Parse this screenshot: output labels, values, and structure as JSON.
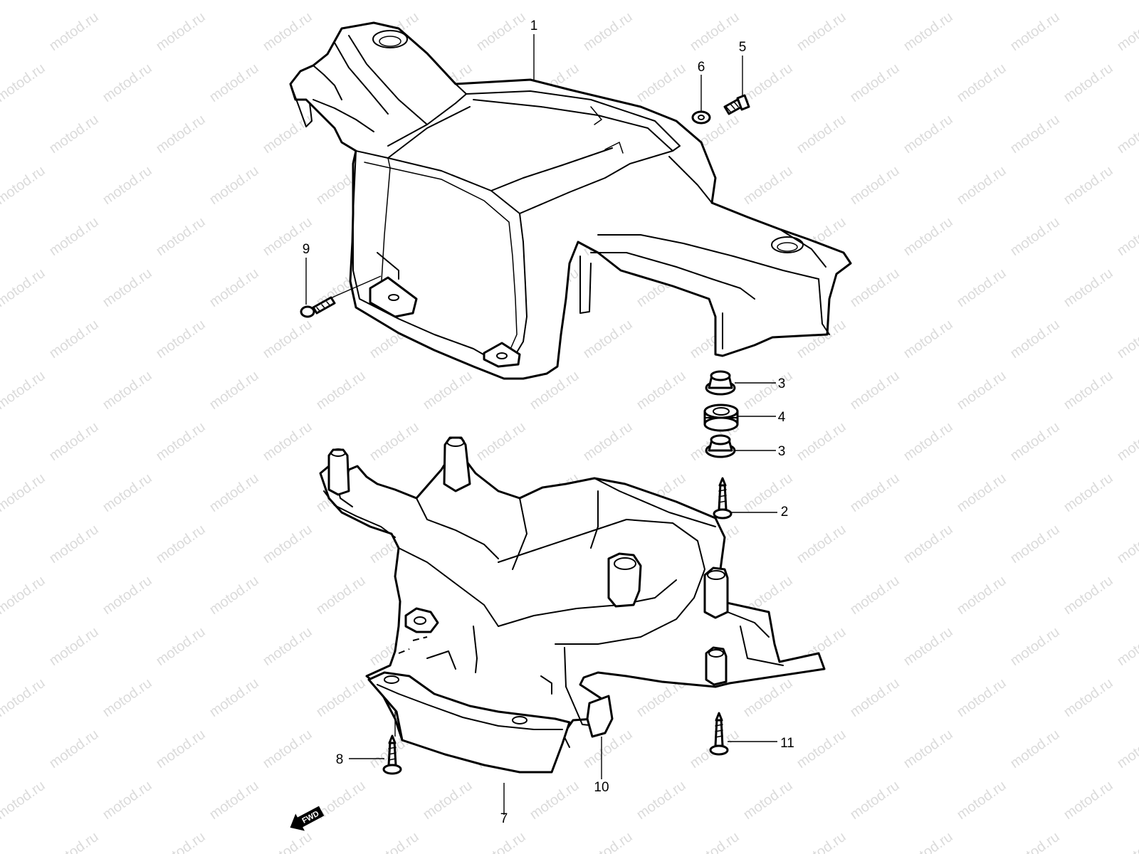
{
  "diagram": {
    "watermark": "motod.ru",
    "direction_badge": "FWD",
    "callouts": [
      {
        "id": "c1",
        "label": "1"
      },
      {
        "id": "c2",
        "label": "2"
      },
      {
        "id": "c3a",
        "label": "3"
      },
      {
        "id": "c3b",
        "label": "3"
      },
      {
        "id": "c4",
        "label": "4"
      },
      {
        "id": "c5",
        "label": "5"
      },
      {
        "id": "c6",
        "label": "6"
      },
      {
        "id": "c7",
        "label": "7"
      },
      {
        "id": "c8",
        "label": "8"
      },
      {
        "id": "c9",
        "label": "9"
      },
      {
        "id": "c10",
        "label": "10"
      },
      {
        "id": "c11",
        "label": "11"
      }
    ]
  }
}
